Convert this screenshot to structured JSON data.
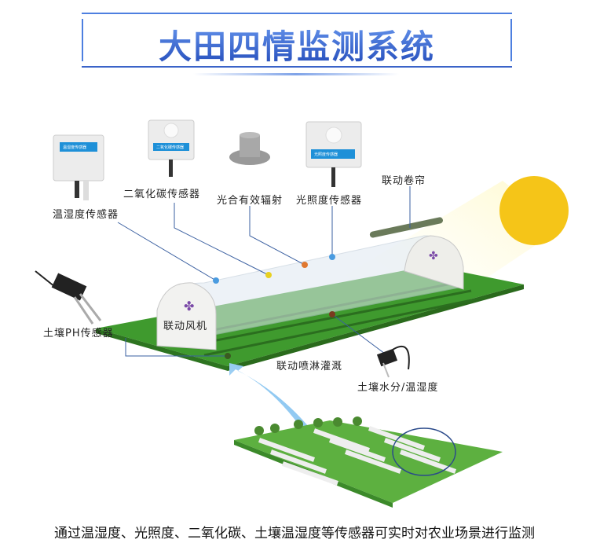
{
  "title": "大田四情监测系统",
  "labels": {
    "temp_humidity": "温湿度传感器",
    "co2": "二氧化碳传感器",
    "par": "光合有效辐射",
    "light": "光照度传感器",
    "curtain": "联动卷帘",
    "fan": "联动风机",
    "soil_ph": "土壤PH传感器",
    "sprinkler": "联动喷淋灌溉",
    "soil_moisture": "土壤水分/温湿度"
  },
  "device_plates": {
    "temp_humidity": "温湿度传感器",
    "co2": "二氧化碳传感器",
    "light": "光照度传感器"
  },
  "caption": "通过温湿度、光照度、二氧化碳、土壤温湿度等传感器可实时对农业场景进行监测",
  "colors": {
    "title": "#2f5fd0",
    "field": "#3f9a2e",
    "sun": "#f5c518",
    "dot_blue": "#4a9be0",
    "dot_yellow": "#e8d020",
    "dot_orange": "#e07830",
    "dot_brown": "#7a3a20",
    "dot_green": "#3a5a20"
  }
}
